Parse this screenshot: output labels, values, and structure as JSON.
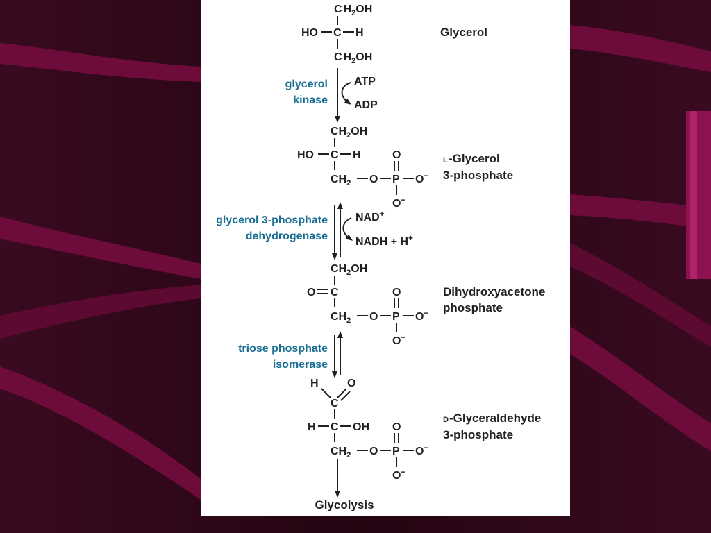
{
  "colors": {
    "background": "#2a0616",
    "ribbon": "#6d0b3a",
    "panel": "#ffffff",
    "text": "#231f20",
    "enzyme_text": "#1a6e93"
  },
  "glycerol": {
    "name": "Glycerol",
    "top_c": "C",
    "top_h2": "H",
    "top_2": "2",
    "top_oh": "OH",
    "mid_ho": "HO",
    "mid_c": "C",
    "mid_h": "H",
    "bot_c": "C",
    "bot_h2": "H",
    "bot_2": "2",
    "bot_oh": "OH"
  },
  "step1": {
    "enzyme_line1": "glycerol",
    "enzyme_line2": "kinase",
    "cofactor_in": "ATP",
    "cofactor_out": "ADP"
  },
  "g3p": {
    "name_prefix": "L",
    "name_line1": "-Glycerol",
    "name_line2": "3-phosphate",
    "top": "CH",
    "top_2": "2",
    "top_oh": "OH",
    "mid_ho": "HO",
    "mid_c": "C",
    "mid_h": "H",
    "bot_ch": "CH",
    "bot_2": "2",
    "o_bridge": "O",
    "p": "P",
    "o_top": "O",
    "o_right": "O",
    "minus_right": "−",
    "o_bottom": "O",
    "minus_bottom": "−"
  },
  "step2": {
    "enzyme_line1": "glycerol 3-phosphate",
    "enzyme_line2": "dehydrogenase",
    "cofactor_in": "NAD",
    "cofactor_in_sup": "+",
    "cofactor_out": "NADH + H",
    "cofactor_out_sup": "+"
  },
  "dhap": {
    "name_line1": "Dihydroxyacetone",
    "name_line2": "phosphate",
    "top": "CH",
    "top_2": "2",
    "top_oh": "OH",
    "mid_o": "O",
    "mid_c": "C",
    "bot_ch": "CH",
    "bot_2": "2",
    "o_bridge": "O",
    "p": "P",
    "o_top": "O",
    "o_right": "O",
    "minus_right": "−",
    "o_bottom": "O",
    "minus_bottom": "−"
  },
  "step3": {
    "enzyme_line1": "triose phosphate",
    "enzyme_line2": "isomerase"
  },
  "gap": {
    "name_prefix": "D",
    "name_line1": "-Glyceraldehyde",
    "name_line2": "3-phosphate",
    "ald_h": "H",
    "ald_o": "O",
    "ald_c": "C",
    "mid_h": "H",
    "mid_c": "C",
    "mid_oh": "OH",
    "bot_ch": "CH",
    "bot_2": "2",
    "o_bridge": "O",
    "p": "P",
    "o_top": "O",
    "o_right": "O",
    "minus_right": "−",
    "o_bottom": "O",
    "minus_bottom": "−"
  },
  "final": {
    "label": "Glycolysis"
  }
}
